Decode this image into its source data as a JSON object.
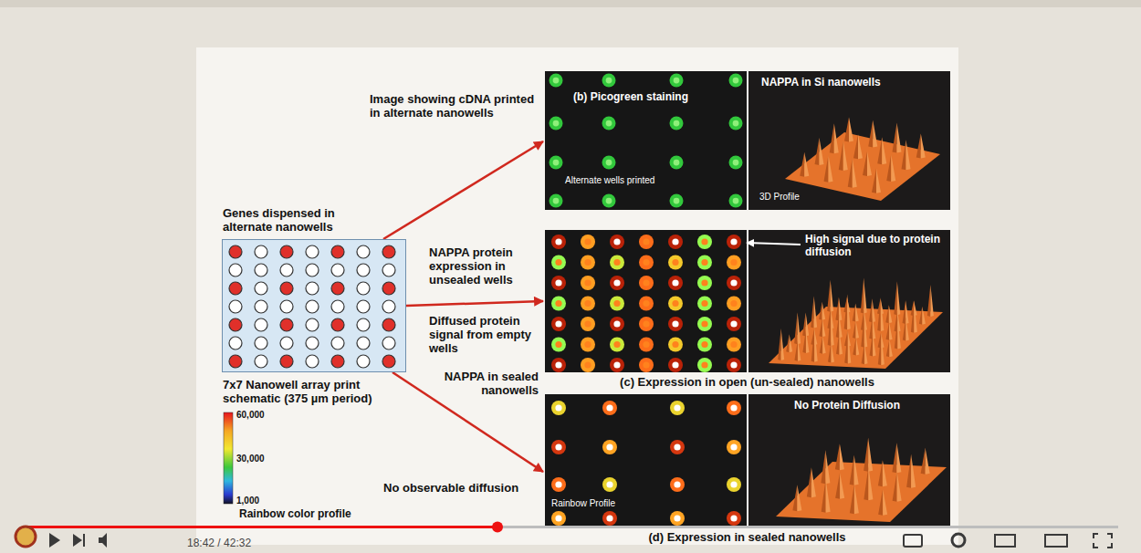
{
  "diagram": {
    "nodes": [
      {
        "text": [
          "Genes dispensed in alternate nanowells",
          "7x7 Nanowell array print schematic (375 µm period)"
        ]
      },
      {
        "text": [
          "(b) Picogreen staining",
          "Alternate wells printed"
        ]
      },
      {
        "text": [
          "NAPPA in Si nanowells",
          "3D Profile"
        ]
      },
      {
        "text": [
          "(c) Expression in open (un-sealed) nanowells"
        ]
      },
      {
        "text": [
          "High signal due to protein diffusion"
        ]
      },
      {
        "text": [
          "Rainbow Profile",
          "(d) Expression in sealed nanowells"
        ]
      },
      {
        "text": [
          "No Protein Diffusion"
        ]
      }
    ],
    "edges": [
      {
        "from": 0,
        "to": 1,
        "arrow": "to",
        "label": "Image showing cDNA printed in alternate nanowells"
      },
      {
        "from": 0,
        "to": 3,
        "arrow": "to",
        "label": "NAPPA protein expression in unsealed wells"
      },
      {
        "from": 0,
        "to": 5,
        "arrow": "to",
        "label": "NAPPA in sealed nanowells"
      }
    ],
    "labels": [
      "Diffused protein signal from empty wells",
      "No observable diffusion",
      "60,000",
      "30,000",
      "1,000",
      "Rainbow color profile",
      "18:42 / 42:32"
    ]
  }
}
